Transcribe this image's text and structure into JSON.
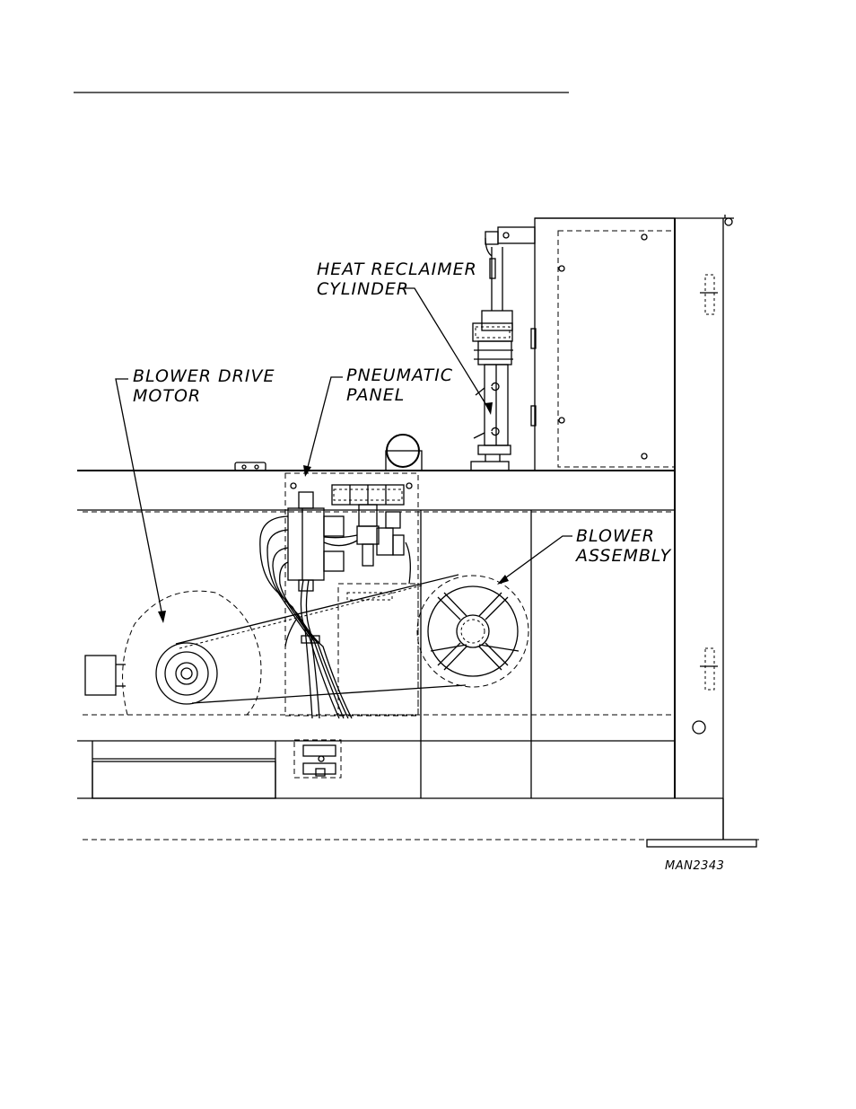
{
  "labels": {
    "heat_reclaimer_line1": "HEAT RECLAIMER",
    "heat_reclaimer_line2": "CYLINDER",
    "blower_drive_line1": "BLOWER DRIVE",
    "blower_drive_line2": "MOTOR",
    "pneumatic_line1": "PNEUMATIC",
    "pneumatic_line2": "PANEL",
    "blower_assembly_line1": "BLOWER",
    "blower_assembly_line2": "ASSEMBLY",
    "drawing_number": "MAN2343"
  },
  "colors": {
    "line": "#000000",
    "background": "#ffffff"
  }
}
